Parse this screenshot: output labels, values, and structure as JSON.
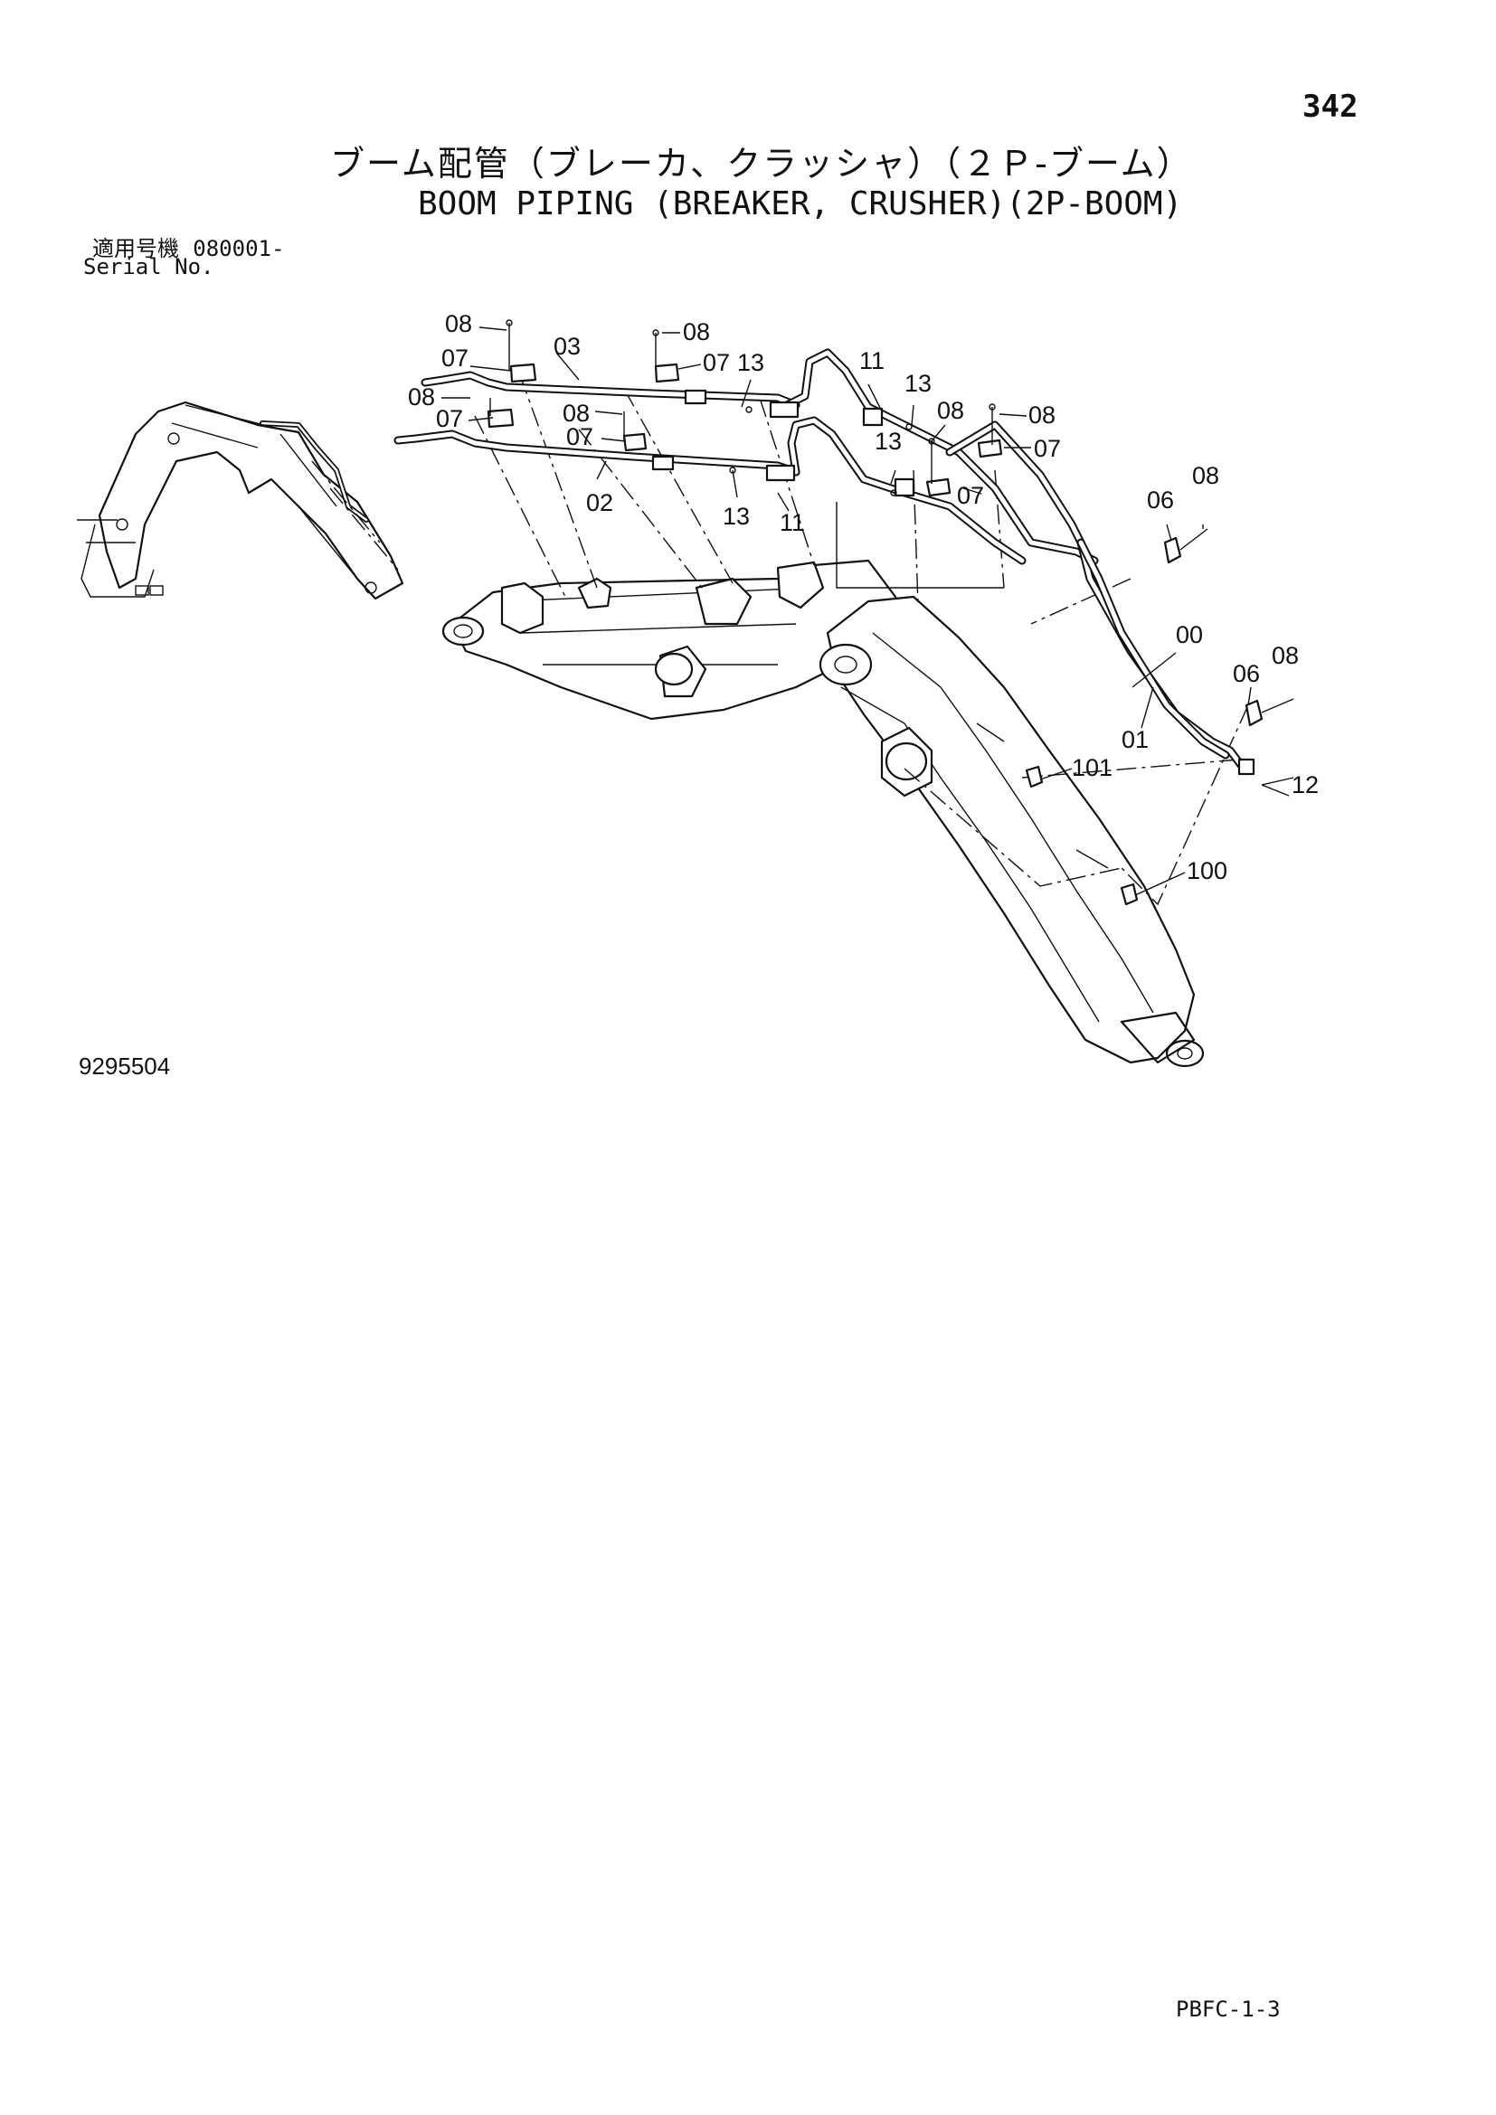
{
  "page_number": "342",
  "title_jp": "ブーム配管（ブレーカ、クラッシャ）（２Ｐ-ブーム）",
  "title_en": "BOOM PIPING (BREAKER, CRUSHER)(2P-BOOM)",
  "serial_label_jp": "適用号機",
  "serial_value": "080001-",
  "serial_label_en": "Serial No.",
  "drawing_number": "9295504",
  "page_code": "PBFC-1-3",
  "part_labels": {
    "p08a": "08",
    "p08b": "08",
    "p07a": "07",
    "p03": "03",
    "p07b": "07",
    "p13a": "13",
    "p11a": "11",
    "p13b": "13",
    "p08c": "08",
    "p08d": "08",
    "p08e": "08",
    "p07c": "07",
    "p07d": "07",
    "p08f": "08",
    "p07e": "07",
    "p13c": "13",
    "p07f": "07",
    "p02": "02",
    "p13d": "13",
    "p11b": "11",
    "p06a": "06",
    "p08g": "08",
    "p00": "00",
    "p06b": "06",
    "p08h": "08",
    "p01": "01",
    "p101": "101",
    "p12": "12",
    "p100": "100"
  }
}
